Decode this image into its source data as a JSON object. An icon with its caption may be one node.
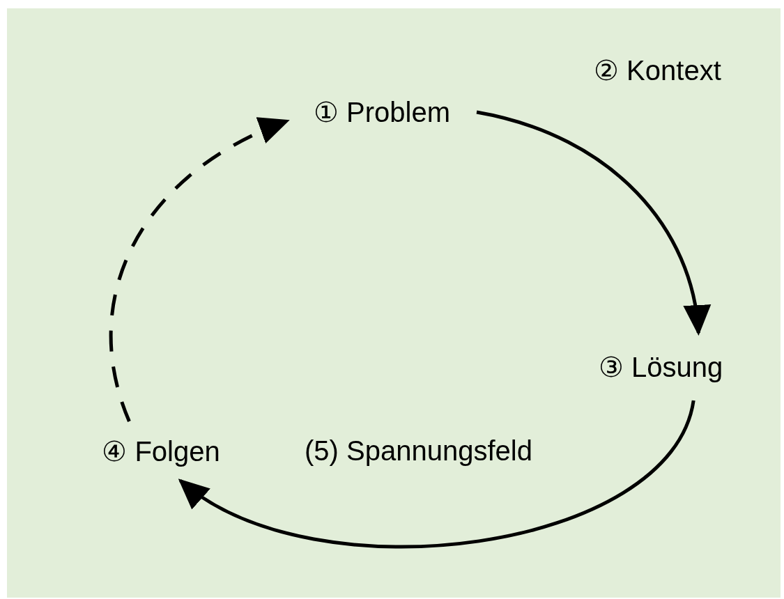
{
  "diagram": {
    "nodes": [
      {
        "text": [
          "① Problem"
        ]
      },
      {
        "text": [
          "③ Lösung"
        ]
      },
      {
        "text": [
          "④ Folgen"
        ]
      }
    ],
    "edges": [
      {
        "from": 0,
        "to": 1,
        "arrow": "to"
      },
      {
        "from": 1,
        "to": 2,
        "arrow": "to"
      },
      {
        "from": 2,
        "to": 0,
        "arrow": "to",
        "style": "dashed"
      }
    ],
    "labels": [
      "② Kontext",
      "(5) Spannungsfeld"
    ]
  }
}
